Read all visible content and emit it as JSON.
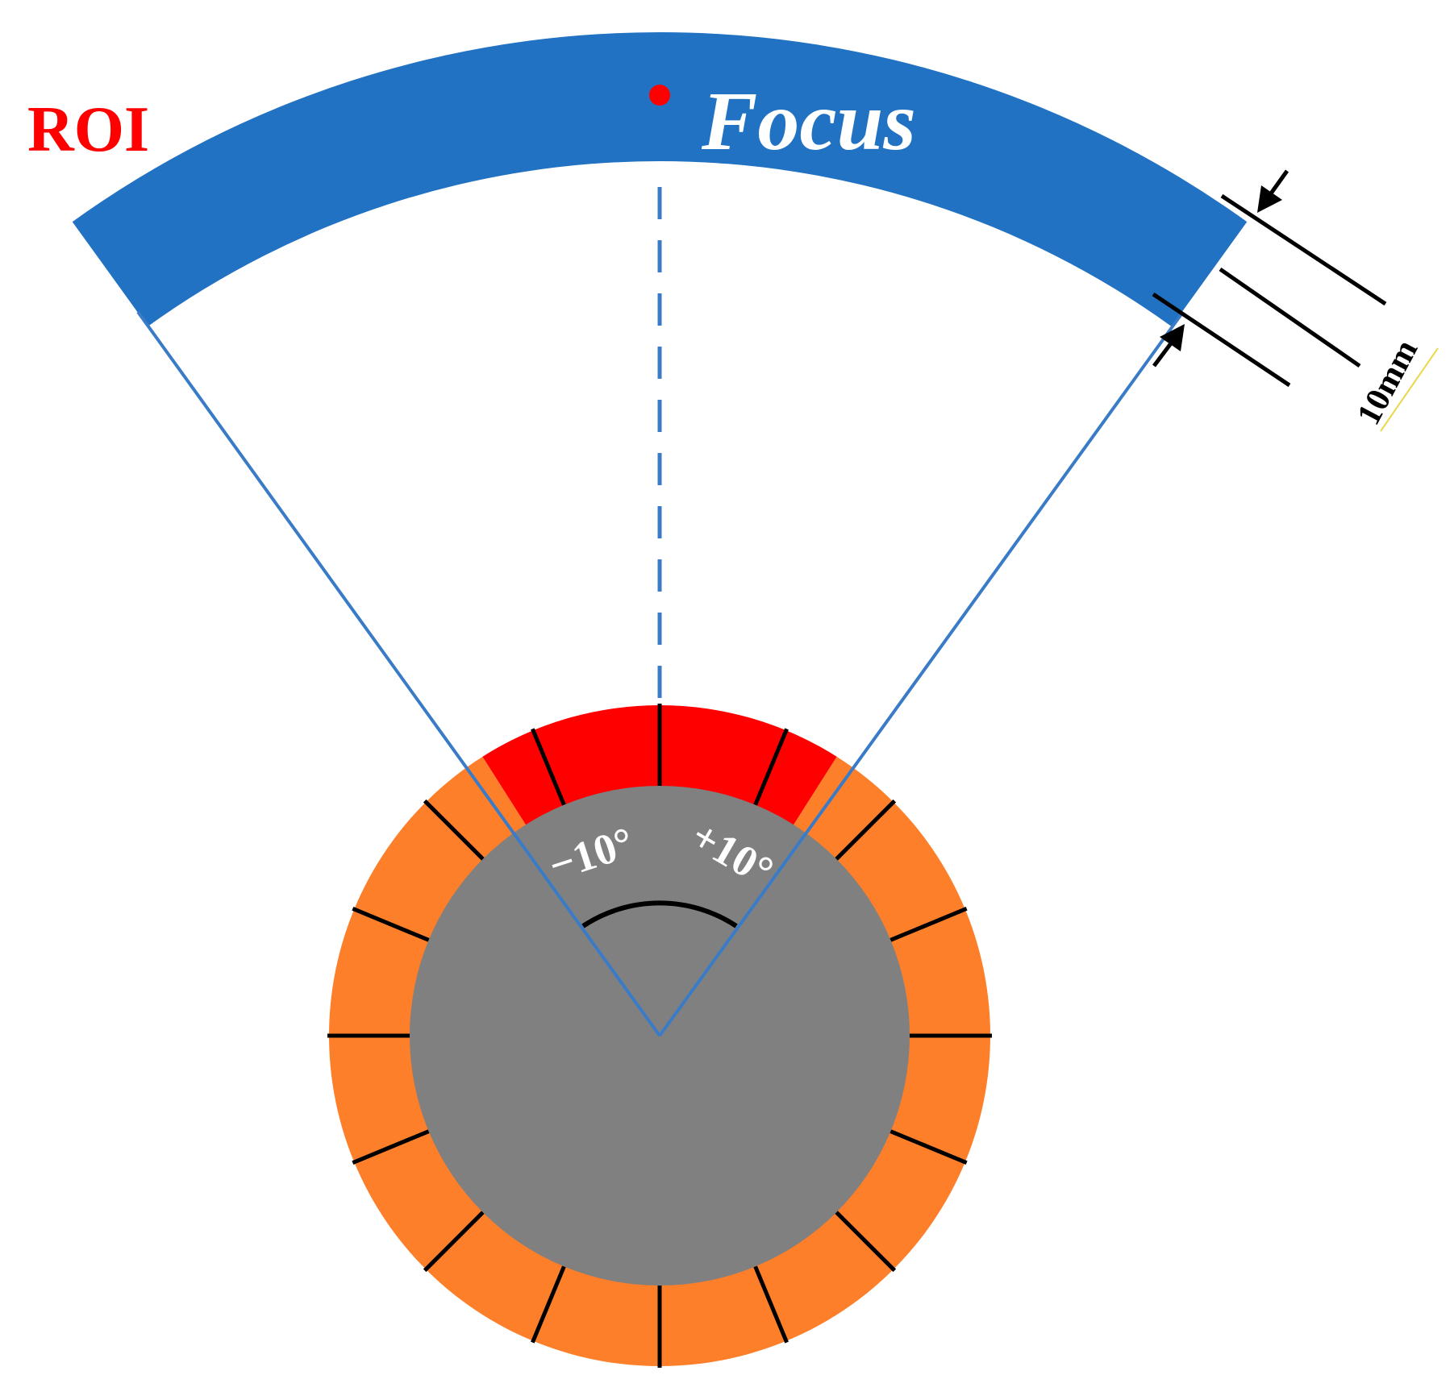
{
  "labels": {
    "roi": "ROI",
    "focus": "Focus",
    "angle_minus": "−10°",
    "angle_plus": "+10°",
    "dimension": "10mm"
  },
  "colors": {
    "roi_band": "#2272c3",
    "roi_text": "#ff0000",
    "focus_point": "#ff0000",
    "focus_text": "#ffffff",
    "active_elements": "#ff0000",
    "inactive_elements": "#fd7f2a",
    "core": "#808080",
    "beam_lines": "#3a7bc8",
    "divider": "#000000",
    "dimension_lines": "#000000"
  },
  "array": {
    "element_count": 16,
    "active_elements": 3
  },
  "steering": {
    "angle_min_deg": -10,
    "angle_max_deg": 10
  }
}
